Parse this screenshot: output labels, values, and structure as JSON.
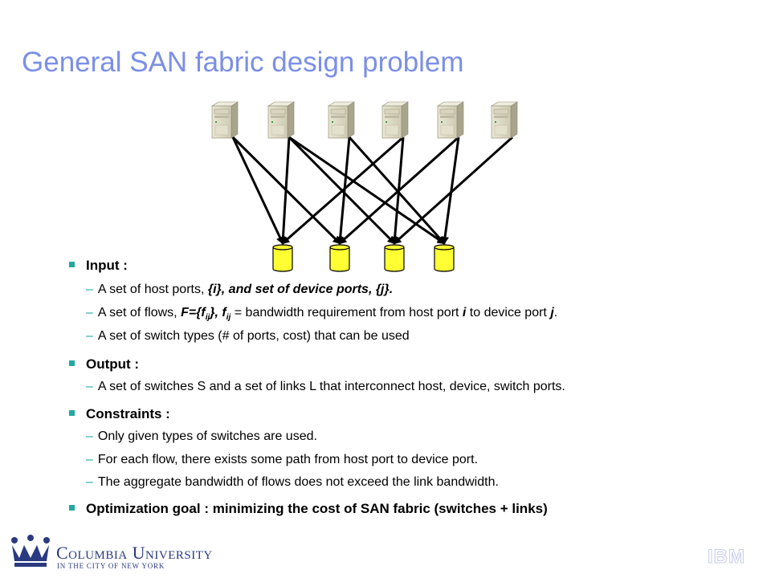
{
  "slide": {
    "title": "General SAN fabric design problem",
    "sections": [
      {
        "heading": "Input :",
        "items": [
          [
            "A set of host ports, ",
            "{i}",
            ", and set of device ports, ",
            "{j}",
            "."
          ],
          [
            "A set of flows, ",
            "F={f",
            "ij",
            "}",
            ", ",
            "f",
            "ij",
            " = bandwidth requirement from host port ",
            "i",
            " to device port ",
            "j",
            "."
          ],
          [
            "A set of switch types (# of ports, cost) that can be used"
          ]
        ]
      },
      {
        "heading": "Output :",
        "items": [
          [
            "A set of switches S and a set of links L that interconnect host, device, switch ports."
          ]
        ]
      },
      {
        "heading": "Constraints :",
        "items": [
          [
            "Only given types of switches are used."
          ],
          [
            "For each flow, there exists some path from host port to device port."
          ],
          [
            "The aggregate bandwidth of flows does not exceed the link bandwidth."
          ]
        ]
      },
      {
        "heading": "Optimization goal : minimizing the cost of SAN fabric (switches + links)",
        "items": []
      }
    ],
    "dash": "–"
  },
  "footer": {
    "university": "Columbia University",
    "university_sub": "IN THE CITY OF NEW YORK",
    "ibm": "IBM"
  },
  "colors": {
    "title": "#7b8fe6",
    "bullet": "#1fa9a0",
    "disk": "#ffff33",
    "columbia": "#2a3a80"
  },
  "icons": {
    "hosts": "server-tower-icon",
    "devices": "storage-disk-icon"
  }
}
